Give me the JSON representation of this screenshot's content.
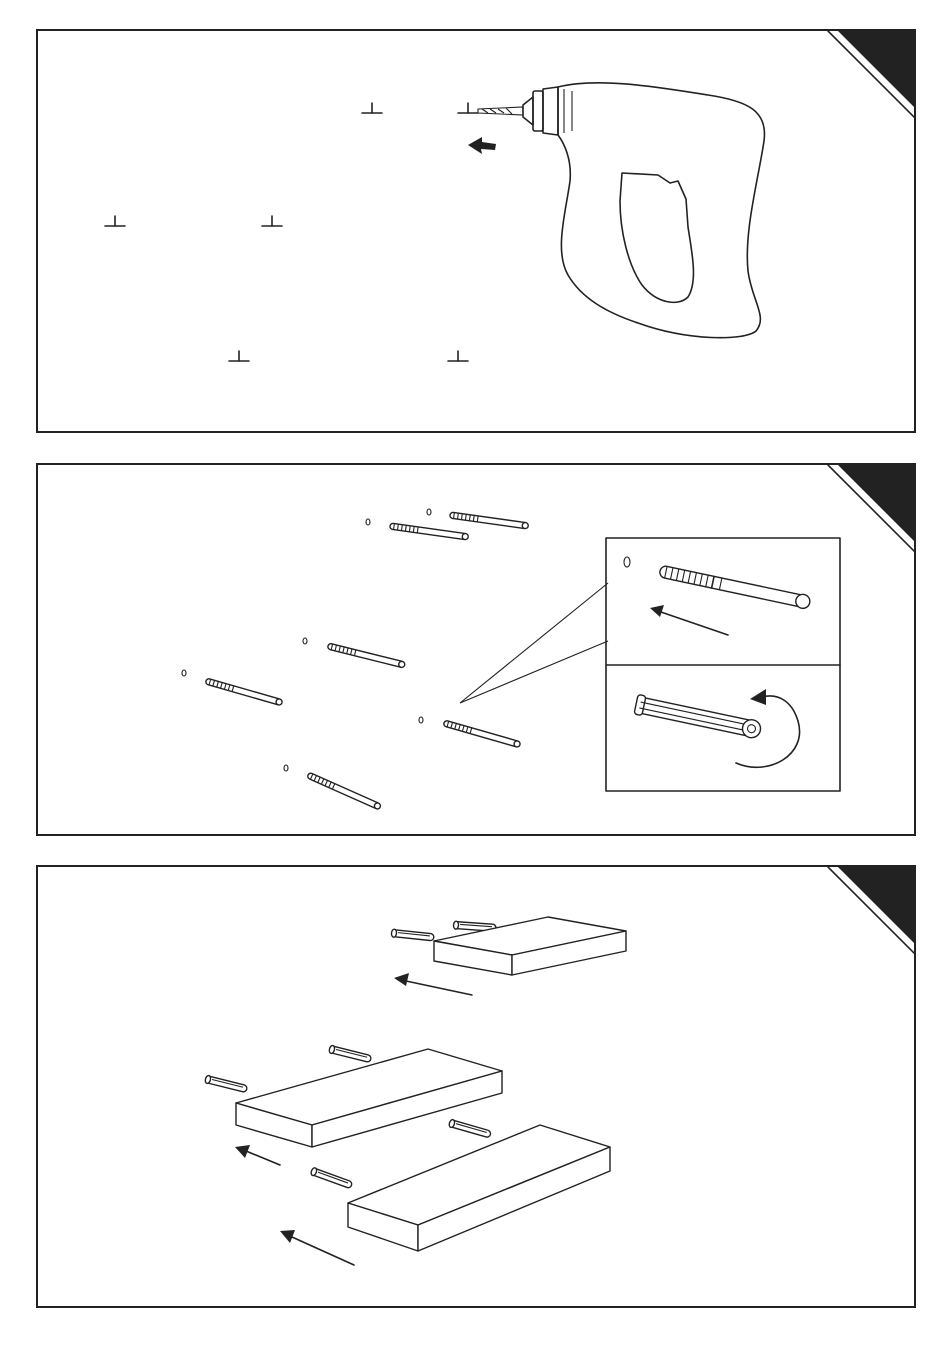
{
  "document": {
    "type": "assembly-instructions",
    "panels": [
      {
        "id": "panel-1",
        "step": "",
        "content": [
          "drill-icon",
          "drill-mark-icon",
          "arrow-icon"
        ]
      },
      {
        "id": "panel-2",
        "step": "",
        "content": [
          "dowel-icon",
          "washer-icon",
          "zoom-callout",
          "rotate-arrow-icon"
        ]
      },
      {
        "id": "panel-3",
        "step": "",
        "content": [
          "shelf-board-icon",
          "dowel-icon",
          "arrow-icon"
        ]
      }
    ],
    "colors": {
      "line": "#222222",
      "background": "#ffffff",
      "corner_tab": "#222222"
    }
  }
}
